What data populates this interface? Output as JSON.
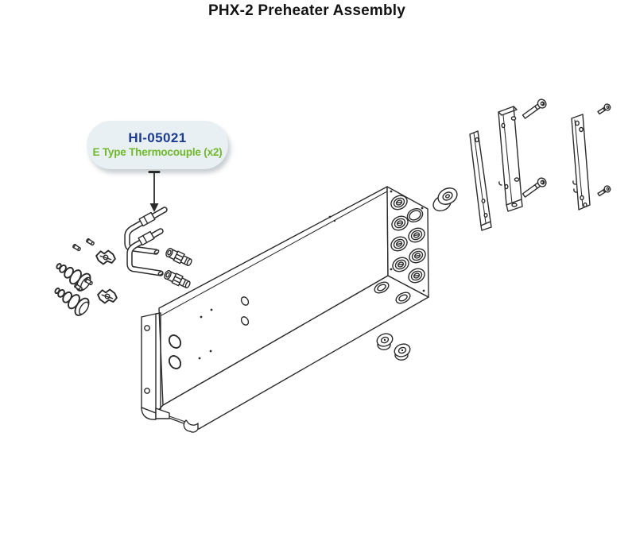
{
  "title": "PHX-2 Preheater Assembly",
  "callout": {
    "part_number": "HI-05021",
    "part_description": "E Type Thermocouple (x2)"
  },
  "colors": {
    "background": "#ffffff",
    "title_text": "#141414",
    "callout_bg": "#e8f0f3",
    "part_number_text": "#1c3c90",
    "description_text": "#70b82c",
    "line_art": "#2b2b2b"
  },
  "diagram": {
    "type": "exploded-assembly-drawing",
    "parts": [
      "cone-union-nuts",
      "tube-clamp-hardware",
      "e-type-thermocouple-probes",
      "compression-fittings",
      "preheater-manifold-body",
      "left-mounting-flange",
      "end-face-port-plugs",
      "round-cap-fitting",
      "bottom-plug-caps",
      "mounting-bracket-narrow",
      "mounting-bracket-wide",
      "mounting-bracket-outer",
      "hex-socket-bolts",
      "short-socket-screws",
      "callout-arrow"
    ]
  }
}
